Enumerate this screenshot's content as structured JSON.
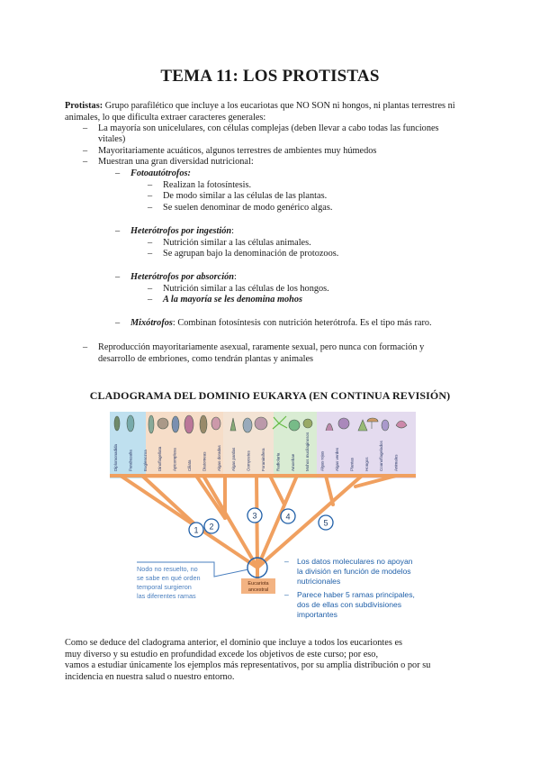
{
  "title": "TEMA 11: LOS PROTISTAS",
  "intro": {
    "label": "Protistas:",
    "text": " Grupo parafilético que incluye a los eucariotas que NO SON ni hongos, ni plantas terrestres ni animales, lo que dificulta extraer caracteres generales:"
  },
  "bullets": [
    "La mayoría son unicelulares, con células complejas (deben llevar a cabo todas las funciones",
    "vitales)",
    "Mayoritariamente acuáticos, algunos terrestres de ambientes muy húmedos",
    "Muestran una gran diversidad nutricional:"
  ],
  "nutrition": {
    "foto": {
      "title": "Fotoautótrofos:",
      "items": [
        "Realizan la fotosíntesis.",
        "De modo similar a las células de las plantas.",
        "Se suelen denominar de modo genérico algas."
      ]
    },
    "ingestion": {
      "title": "Heterótrofos por ingestión",
      "colon": ":",
      "items": [
        "Nutrición similar a las células animales.",
        "Se agrupan bajo la denominación de protozoos."
      ]
    },
    "absorcion": {
      "title": "Heterótrofos por absorción",
      "colon": ":",
      "items": [
        "Nutrición similar a las células de los hongos.",
        "A la mayoría se les denomina mohos"
      ]
    },
    "mixo": {
      "title": "Mixótrofos",
      "text": ": Combinan fotosíntesis con nutrición heterótrofa. Es el tipo más raro."
    }
  },
  "reproduccion": [
    "Reproducción mayoritariamente asexual, raramente sexual, pero nunca con formación y",
    "desarrollo de embriones, como tendrán plantas y animales"
  ],
  "cladogram": {
    "title": "CLADOGRAMA DEL DOMINIO EUKARYA (EN CONTINUA REVISIÓN)",
    "nodes": [
      "1",
      "2",
      "3",
      "4",
      "5"
    ],
    "root_label_1": "Eucariota",
    "root_label_2": "ancestral",
    "left_note": [
      "Nodo no resuelto, no",
      "se sabe en qué orden",
      "temporal surgieron",
      "las diferentes ramas"
    ],
    "right_notes": [
      [
        "Los datos moleculares no apoyan",
        "la división en función de modelos",
        "nutricionales"
      ],
      [
        "Parece haber 5 ramas principales,",
        "dos de ellas con subdivisiones",
        "importantes"
      ]
    ],
    "colors": {
      "branch": "#f0a060",
      "circle": "#1f5fa8",
      "blue_text": "#1f5fa8",
      "note_text": "#4a7fbf",
      "root_box": "#f3b382"
    },
    "taxa": [
      "Diplomonadida",
      "Parabasalia",
      "Euglenozoa",
      "Dinoflagellata",
      "Apicomplexa",
      "Ciliata",
      "Diatomeas",
      "Algas doradas",
      "Algas pardas",
      "Oomycetes",
      "Foraminífera",
      "Radiolaria",
      "Amoebae",
      "Mohos mucilaginosos",
      "Algas rojas",
      "Algas verdes",
      "Plantas",
      "Hongos",
      "Coanoflagelados",
      "Animales"
    ]
  },
  "outro": [
    "Como se deduce del cladograma anterior, el dominio que incluye a todos los eucariontes es",
    "muy diverso y su estudio en profundidad excede los objetivos de este curso; por eso,",
    "vamos a estudiar únicamente los ejemplos más representativos, por su amplia distribución o por su",
    "incidencia en nuestra salud o nuestro entorno."
  ]
}
